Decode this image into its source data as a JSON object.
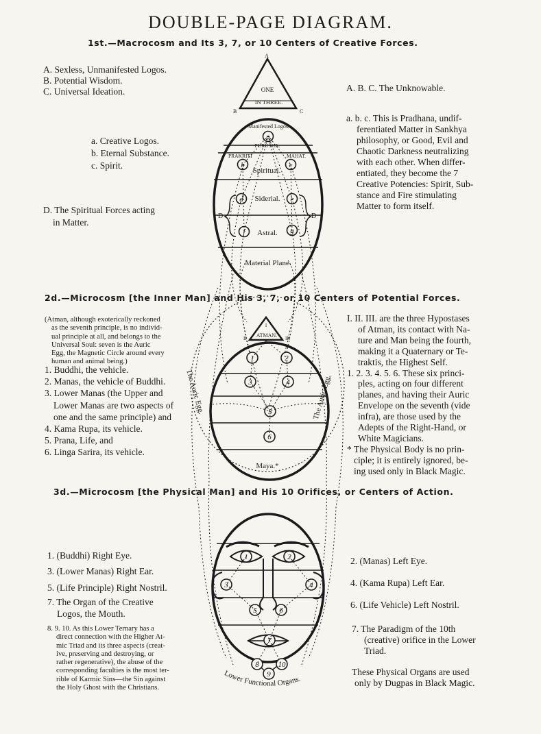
{
  "title": "DOUBLE-PAGE DIAGRAM.",
  "section1": {
    "heading": "1st.—Macrocosm and Its 3, 7, or 10 Centers of Creative Forces.",
    "left_abc": [
      "A. Sexless, Unmanifested Logos.",
      "B. Potential Wisdom.",
      "C. Universal Ideation."
    ],
    "left_lower": [
      "a.  Creative Logos.",
      "b.  Eternal Substance.",
      "c.  Spirit."
    ],
    "left_d": [
      "D. The Spiritual Forces acting",
      "in Matter."
    ],
    "right_abc": "A. B. C.  The Unknowable.",
    "right_lower": [
      "a. b. c.  This is Pradhana, undif-",
      "ferentiated Matter in Sankhya",
      "philosophy, or Good, Evil and",
      "Chaotic Darkness neutralizing",
      "with each other.   When differ-",
      "entiated, they become the 7",
      "Creative Potencies: Spirit, Sub-",
      "stance and Fire stimulating",
      "Matter to form itself."
    ],
    "triangle": {
      "apex": "A",
      "left": "B",
      "right": "C",
      "line1": "ONE",
      "line2": "IN THREE."
    },
    "egg_labels": {
      "manifested": "Manifested Logos.",
      "purusha": "PURUSHA.",
      "prakriti": "PRAKRITI",
      "mahat": "MAHAT.",
      "spiritual": "Spiritual.",
      "sidereal": "Siderial.",
      "astral": "Astral.",
      "material": "Material Plane.",
      "d_left": "D",
      "d_right": "D"
    },
    "circle_letters": [
      "a",
      "b",
      "c",
      "d",
      "e",
      "f",
      "g"
    ]
  },
  "section2": {
    "heading": "2d.—Microcosm [the Inner Man] and His 3, 7, or 10 Centers of Potential Forces.",
    "left_note": [
      "(Atman, although exoterically reckoned",
      "as the seventh principle, is no individ-",
      "ual principle at all, and belongs to the",
      "Universal Soul: seven is the Auric",
      "Egg, the Magnetic Circle around every",
      "human and animal being.)"
    ],
    "left_list": [
      "1.  Buddhi, the vehicle.",
      "2.  Manas, the vehicle of Buddhi.",
      "3.  Lower Manas (the Upper and",
      "Lower Manas are two aspects of",
      "one and the same principle) and",
      "4.  Kama Rupa, its vehicle.",
      "5.  Prana, Life, and",
      "6.  Linga Sarira, its vehicle."
    ],
    "right_text": [
      "I. II. III. are the three Hypostases",
      "of Atman, its contact with Na-",
      "ture and Man being the fourth,",
      "making it a Quaternary or Te-",
      "traktis, the Highest Self.",
      "1. 2. 3. 4. 5. 6.  These six princi-",
      "ples, acting on four different",
      "planes, and having their Auric",
      "Envelope on the seventh (vide",
      "infra), are those used by the",
      "Adepts of the Right-Hand, or",
      "White Magicians.",
      "* The Physical Body is no prin-",
      "ciple; it is entirely ignored, be-",
      "ing used only in Black Magic."
    ],
    "triangle": {
      "label": "ATMAN.",
      "top": "I",
      "left": "II",
      "right": "III"
    },
    "egg_labels": {
      "maya": "Maya.*",
      "auric_left": "The Auric Egg.",
      "auric_right": "The Auric Egg."
    },
    "circle_numbers": [
      "1",
      "2",
      "3",
      "4",
      "5",
      "6"
    ]
  },
  "section3": {
    "heading": "3d.—Microcosm [the Physical Man] and His 10 Orifices, or Centers of Action.",
    "left_list": [
      "1.  (Buddhi) Right Eye.",
      "3.  (Lower Manas) Right Ear.",
      "5.  (Life Principle) Right Nostril.",
      "7.  The Organ of the Creative",
      "Logos, the Mouth."
    ],
    "left_note": [
      "8. 9. 10.  As this Lower Ternary has a",
      "direct connection with the Higher At-",
      "mic Triad and its three aspects (creat-",
      "ive, preserving and destroying, or",
      "rather regenerative), the abuse of the",
      "corresponding faculties is the most ter-",
      "rible of Karmic Sins—the Sin against",
      "the Holy Ghost with the Christians."
    ],
    "right_list": [
      "2.  (Manas) Left Eye.",
      "4.  (Kama Rupa) Left Ear.",
      "6.  (Life Vehicle) Left Nostril."
    ],
    "right_note": [
      "7.  The Paradigm of the 10th",
      "(creative) orifice in the Lower",
      "Triad."
    ],
    "right_bottom": [
      "These Physical Organs are used",
      "only by Dugpas in Black Magic."
    ],
    "face_labels": {
      "lower_organs": "Lower Functional Organs."
    },
    "circle_numbers": [
      "1",
      "2",
      "3",
      "4",
      "5",
      "6",
      "7",
      "8",
      "9",
      "10"
    ]
  }
}
